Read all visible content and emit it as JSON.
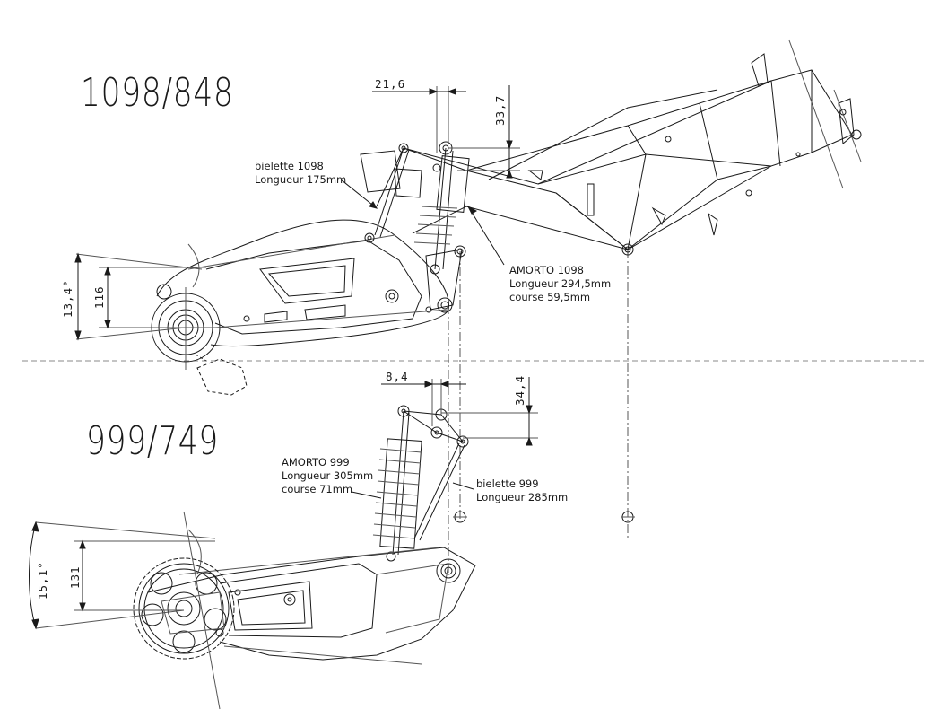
{
  "titles": {
    "top": "1098/848",
    "bottom": "999/749"
  },
  "notes": {
    "bielette_1098": {
      "line1": "bielette 1098",
      "line2": "Longueur 175mm"
    },
    "amorto_1098": {
      "line1": "AMORTO 1098",
      "line2": "Longueur 294,5mm",
      "line3": "course 59,5mm"
    },
    "amorto_999": {
      "line1": "AMORTO 999",
      "line2": "Longueur 305mm",
      "line3": "course 71mm"
    },
    "bielette_999": {
      "line1": "bielette 999",
      "line2": "Longueur 285mm"
    }
  },
  "dimensions": {
    "top_horizontal": "21,6",
    "top_vertical": "33,7",
    "top_angle": "13,4°",
    "top_height": "116",
    "bottom_horizontal": "8,4",
    "bottom_vertical": "34,4",
    "bottom_angle": "15,1°",
    "bottom_height": "131"
  },
  "colors": {
    "line": "#1a1a1a",
    "thin": "#555555",
    "divider": "#888888"
  }
}
